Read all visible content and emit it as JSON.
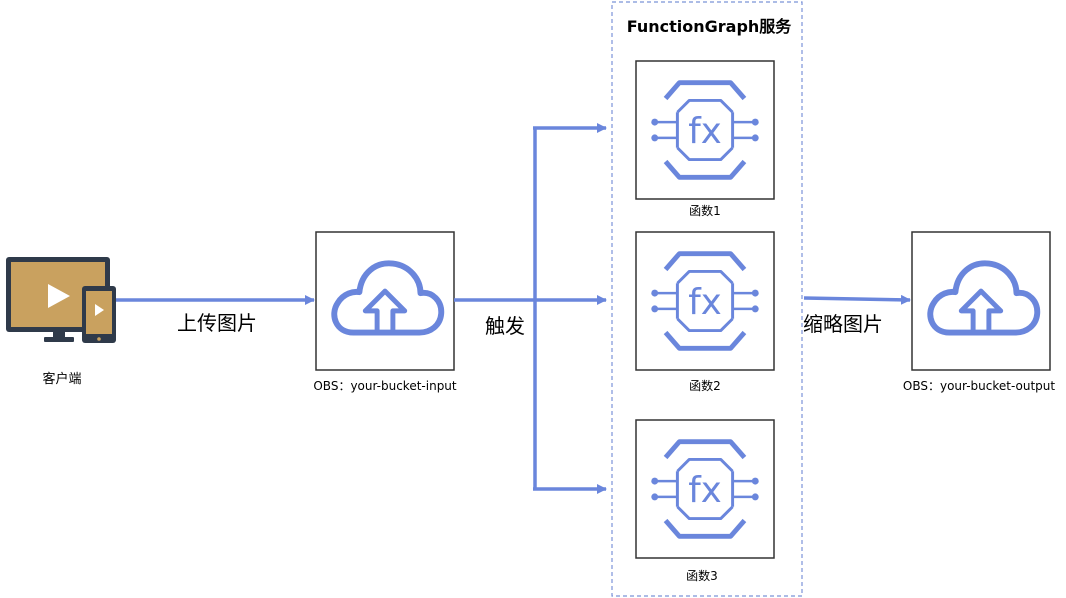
{
  "client": {
    "label": "客户端",
    "icon": "monitor-tablet-icon"
  },
  "upload_edge": {
    "label": "上传图片"
  },
  "input_bucket": {
    "label": "OBS：your-bucket-input",
    "icon": "cloud-upload-icon"
  },
  "trigger_edge": {
    "label": "触发"
  },
  "service_group": {
    "title": "FunctionGraph服务"
  },
  "functions": [
    {
      "label": "函数1",
      "icon": "fx-function-icon"
    },
    {
      "label": "函数2",
      "icon": "fx-function-icon"
    },
    {
      "label": "函数3",
      "icon": "fx-function-icon"
    }
  ],
  "thumbnail_edge": {
    "label": "缩略图片"
  },
  "output_bucket": {
    "label": "OBS：your-bucket-output",
    "icon": "cloud-upload-icon"
  },
  "colors": {
    "accent_blue": "#6a86dc",
    "dashed_border": "#7b93d8",
    "device_gold": "#c9a15f",
    "device_dark": "#2f3a4a"
  }
}
